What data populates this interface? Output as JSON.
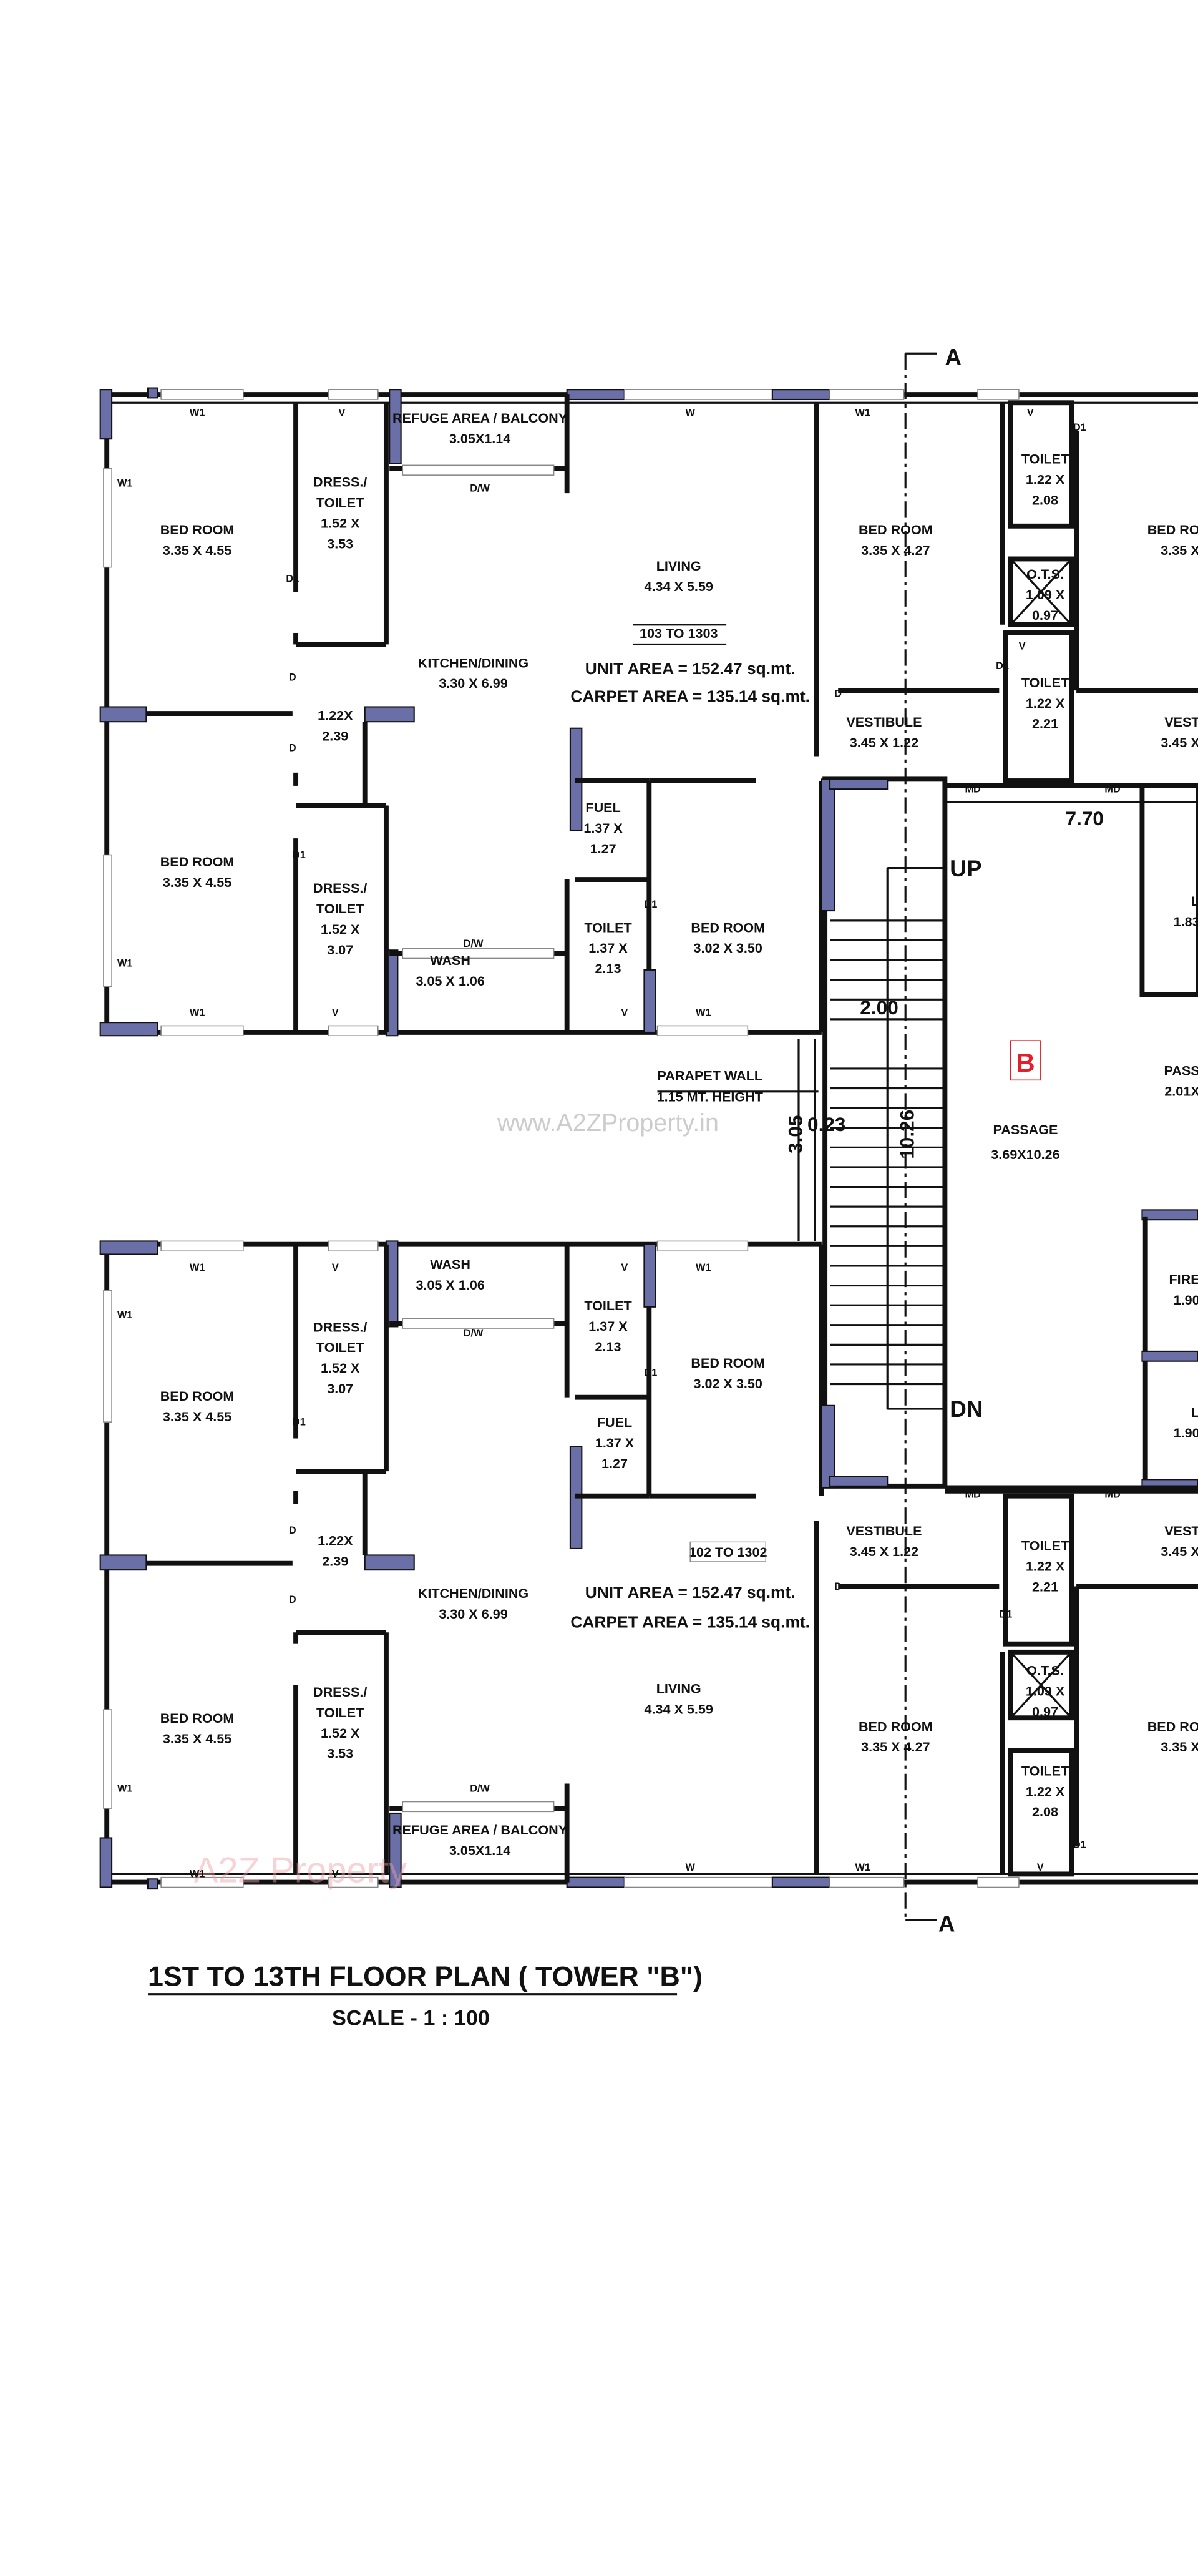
{
  "title": "1ST TO 13TH FLOOR PLAN ( TOWER \"B\")",
  "scale": "SCALE - 1 : 100",
  "watermark": "www.A2ZProperty.in",
  "logo_text": "A2Z Property",
  "tower_badge": "B",
  "colors": {
    "column": "#6b6fa8",
    "badge": "#e0202a",
    "wall": "#111111"
  },
  "tags": {
    "w1": "W1",
    "w": "W",
    "v": "V",
    "d": "D",
    "d1": "D1",
    "dw": "D/W",
    "md": "MD",
    "section": "A",
    "up": "UP",
    "dn": "DN"
  },
  "dimensions": {
    "corridor": "7.70",
    "stair_width": "2.00",
    "stair_length": "10.26",
    "gap": "3.05",
    "wall": "0.23"
  },
  "parapet": {
    "line1": "PARAPET WALL",
    "line2": "1.15 MT. HEIGHT"
  },
  "passage": {
    "name": "PASSAGE",
    "size": "3.69X10.26"
  },
  "upper_unit": {
    "range": "103 TO 1303",
    "unit_area": "UNIT AREA = 152.47 sq.mt.",
    "carpet_area": "CARPET AREA  = 135.14 sq.mt.",
    "rooms": {
      "bed1": [
        "BED ROOM",
        "3.35 X 4.55"
      ],
      "dress1": [
        "DRESS./",
        "TOILET",
        "1.52 X",
        "3.53"
      ],
      "refuge": [
        "REFUGE AREA / BALCONY",
        "3.05X1.14"
      ],
      "living": [
        "LIVING",
        "4.34 X 5.59"
      ],
      "kitchen": [
        "KITCHEN/DINING",
        "3.30 X 6.99"
      ],
      "passage": [
        "1.22X",
        "2.39"
      ],
      "bed2": [
        "BED ROOM",
        "3.35 X 4.55"
      ],
      "dress2": [
        "DRESS./",
        "TOILET",
        "1.52 X",
        "3.07"
      ],
      "wash": [
        "WASH",
        "3.05 X 1.06"
      ],
      "fuel": [
        "FUEL",
        "1.37 X",
        "1.27"
      ],
      "toilet": [
        "TOILET",
        "1.37 X",
        "2.13"
      ],
      "bed3": [
        "BED ROOM",
        "3.02 X 3.50"
      ],
      "bed4": [
        "BED ROOM",
        "3.35 X 4.27"
      ],
      "toilet_a": [
        "TOILET",
        "1.22 X",
        "2.08"
      ],
      "ots": [
        "O.T.S.",
        "1.09 X",
        "0.97"
      ],
      "toilet_b": [
        "TOILET",
        "1.22 X",
        "2.21"
      ],
      "vestibule": [
        "VESTIBULE",
        "3.45 X 1.22"
      ]
    }
  },
  "lower_unit": {
    "range": "102 TO 1302",
    "unit_area": "UNIT AREA = 152.47 sq.mt.",
    "carpet_area": "CARPET AREA  = 135.14 sq.mt.",
    "rooms": {
      "wash": [
        "WASH",
        "3.05 X 1.06"
      ],
      "toilet": [
        "TOILET",
        "1.37 X",
        "2.13"
      ],
      "bed3": [
        "BED ROOM",
        "3.02 X 3.50"
      ],
      "fuel": [
        "FUEL",
        "1.37 X",
        "1.27"
      ],
      "bed2": [
        "BED ROOM",
        "3.35 X 4.55"
      ],
      "dress2": [
        "DRESS./",
        "TOILET",
        "1.52 X",
        "3.07"
      ],
      "passage": [
        "1.22X",
        "2.39"
      ],
      "kitchen": [
        "KITCHEN/DINING",
        "3.30 X 6.99"
      ],
      "living": [
        "LIVING",
        "4.34 X 5.59"
      ],
      "bed1": [
        "BED ROOM",
        "3.35 X 4.55"
      ],
      "dress1": [
        "DRESS./",
        "TOILET",
        "1.52 X",
        "3.53"
      ],
      "refuge": [
        "REFUGE AREA / BALCONY",
        "3.05X1.14"
      ],
      "bed4": [
        "BED ROOM",
        "3.35 X 4.27"
      ],
      "vestibule": [
        "VESTIBULE",
        "3.45 X 1.22"
      ],
      "toilet_b": [
        "TOILET",
        "1.22 X",
        "2.21"
      ],
      "ots": [
        "O.T.S.",
        "1.09 X",
        "0.97"
      ],
      "toilet_a": [
        "TOILET",
        "1.22 X",
        "2.08"
      ]
    }
  },
  "right_partial": {
    "bed_upper": [
      "BED RO",
      "3.35 X"
    ],
    "vest_upper": [
      "VEST",
      "3.45 X"
    ],
    "lift1": [
      "L",
      "1.83"
    ],
    "passage2": [
      "PASS",
      "2.01X"
    ],
    "fire": [
      "FIRE",
      "1.90"
    ],
    "lift2": [
      "L",
      "1.90"
    ],
    "vest_lower": [
      "VEST",
      "3.45 X"
    ],
    "bed_lower": [
      "BED RO",
      "3.35 X"
    ]
  }
}
